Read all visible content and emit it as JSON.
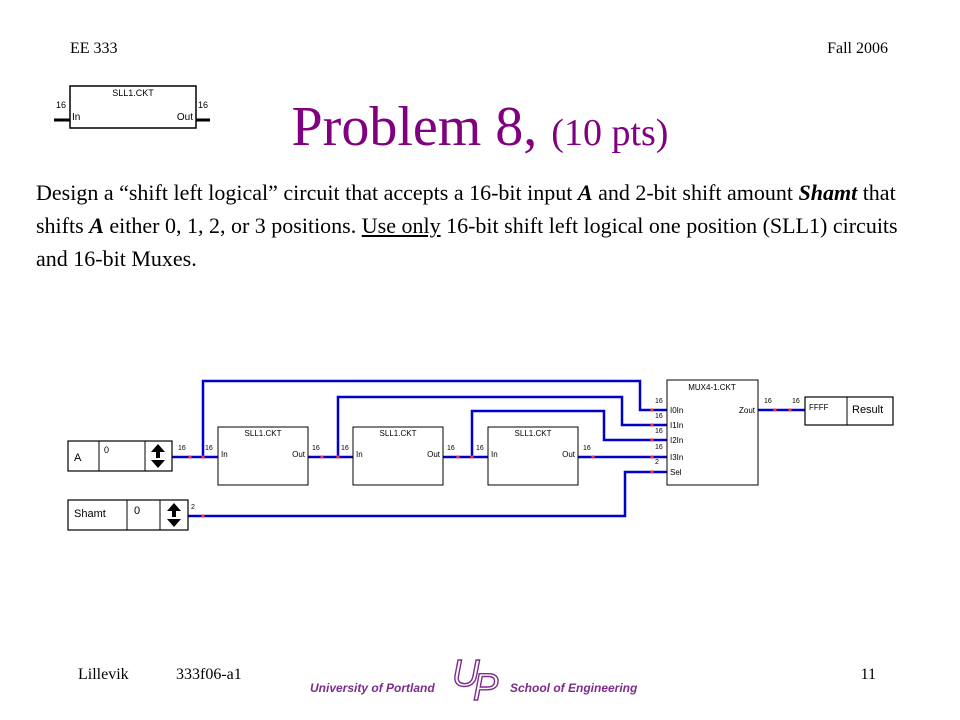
{
  "header": {
    "left": "EE 333",
    "right": "Fall 2006"
  },
  "slide": {
    "title_main": "Problem 8,",
    "title_pts": "(10 pts)",
    "body": {
      "t1": "Design a “shift left logical” circuit that accepts a 16-bit input ",
      "a1": "A",
      "t2": " and 2-bit shift amount ",
      "shamt": "Shamt",
      "t3": " that shifts ",
      "a2": "A",
      "t4": " either 0, 1, 2, or 3 positions. ",
      "underlined": "Use only",
      "t5": " 16-bit shift left logical one position (SLL1) circuits and 16-bit Muxes."
    }
  },
  "icon": {
    "title": "SLL1.CKT",
    "in_label": "In",
    "out_label": "Out",
    "in_width": "16",
    "out_width": "16"
  },
  "circuit": {
    "input_a": {
      "name": "A",
      "value": "0"
    },
    "input_shamt": {
      "name": "Shamt",
      "value": "0"
    },
    "sll_title": "SLL1.CKT",
    "sll_in": "In",
    "sll_out": "Out",
    "bus16": "16",
    "bus2": "2",
    "mux": {
      "title": "MUX4-1.CKT",
      "i0": "I0In",
      "i1": "I1In",
      "i2": "I2In",
      "i3": "I3In",
      "sel": "Sel",
      "out": "Zout"
    },
    "output": {
      "value": "FFFF",
      "name": "Result"
    }
  },
  "footer": {
    "author": "Lillevik",
    "course": "333f06-a1",
    "page": "11",
    "university": "University of Portland",
    "school": "School of Engineering"
  },
  "colors": {
    "title": "#800080",
    "wire": "#0000cc",
    "logo": "#7b2c8c"
  }
}
